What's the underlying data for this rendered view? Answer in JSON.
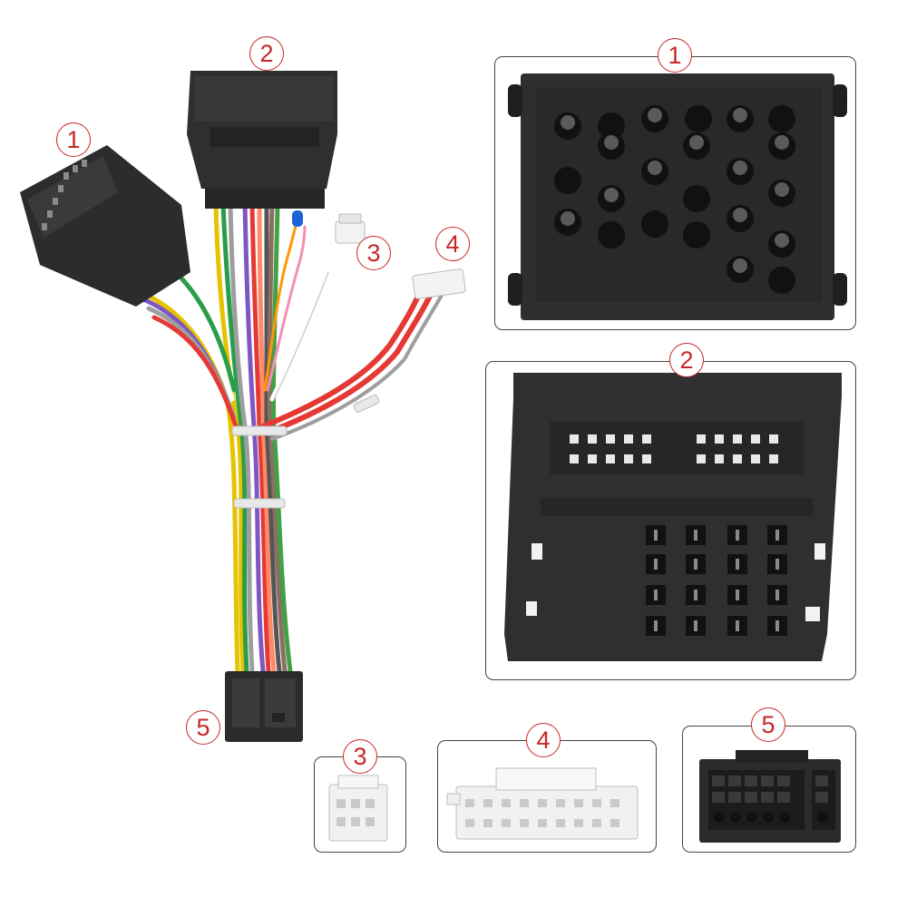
{
  "image": {
    "description_tags": [
      "wiring-harness",
      "connector",
      "cables",
      "product-photo"
    ]
  },
  "callouts": {
    "harness_1": "1",
    "harness_2": "2",
    "harness_3": "3",
    "harness_4": "4",
    "harness_5": "5",
    "detail_1": "1",
    "detail_2": "2",
    "detail_3": "3",
    "detail_4": "4",
    "detail_5": "5"
  },
  "colors": {
    "callout_red": "#c62828",
    "connector_black": "#2b2b2d",
    "connector_white": "#f1f1f1"
  }
}
